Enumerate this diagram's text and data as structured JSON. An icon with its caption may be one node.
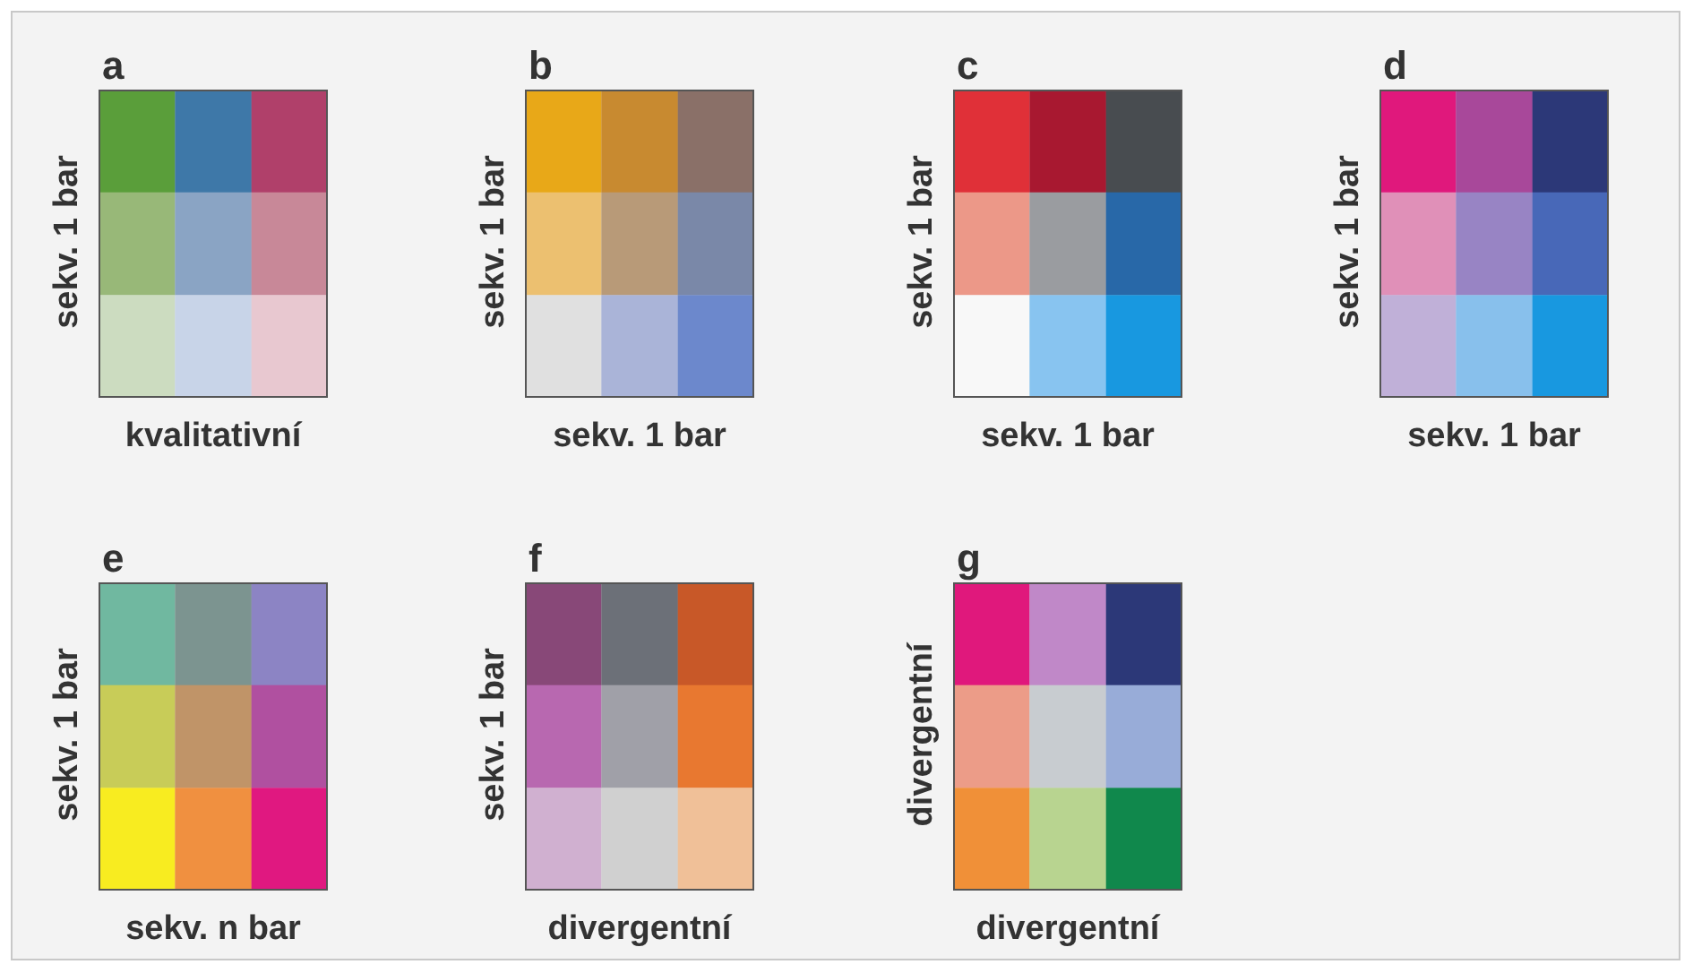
{
  "diagram": {
    "nodes": [
      {
        "text": [
          "a"
        ],
        "beside": [
          "sekv. 1 bar",
          "kvalitativní"
        ]
      },
      {
        "text": [
          "b"
        ],
        "beside": [
          "sekv. 1 bar",
          "sekv. 1 bar"
        ]
      },
      {
        "text": [
          "c"
        ],
        "beside": [
          "sekv. 1 bar",
          "sekv. 1 bar"
        ]
      },
      {
        "text": [
          "d"
        ],
        "beside": [
          "sekv. 1 bar",
          "sekv. 1 bar"
        ]
      },
      {
        "text": [
          "e"
        ],
        "beside": [
          "sekv. 1 bar",
          "sekv. n bar"
        ]
      },
      {
        "text": [
          "f"
        ],
        "beside": [
          "sekv. 1 bar",
          "divergentní"
        ]
      },
      {
        "text": [
          "g"
        ],
        "beside": [
          "divergentní",
          "divergentní"
        ]
      }
    ]
  }
}
